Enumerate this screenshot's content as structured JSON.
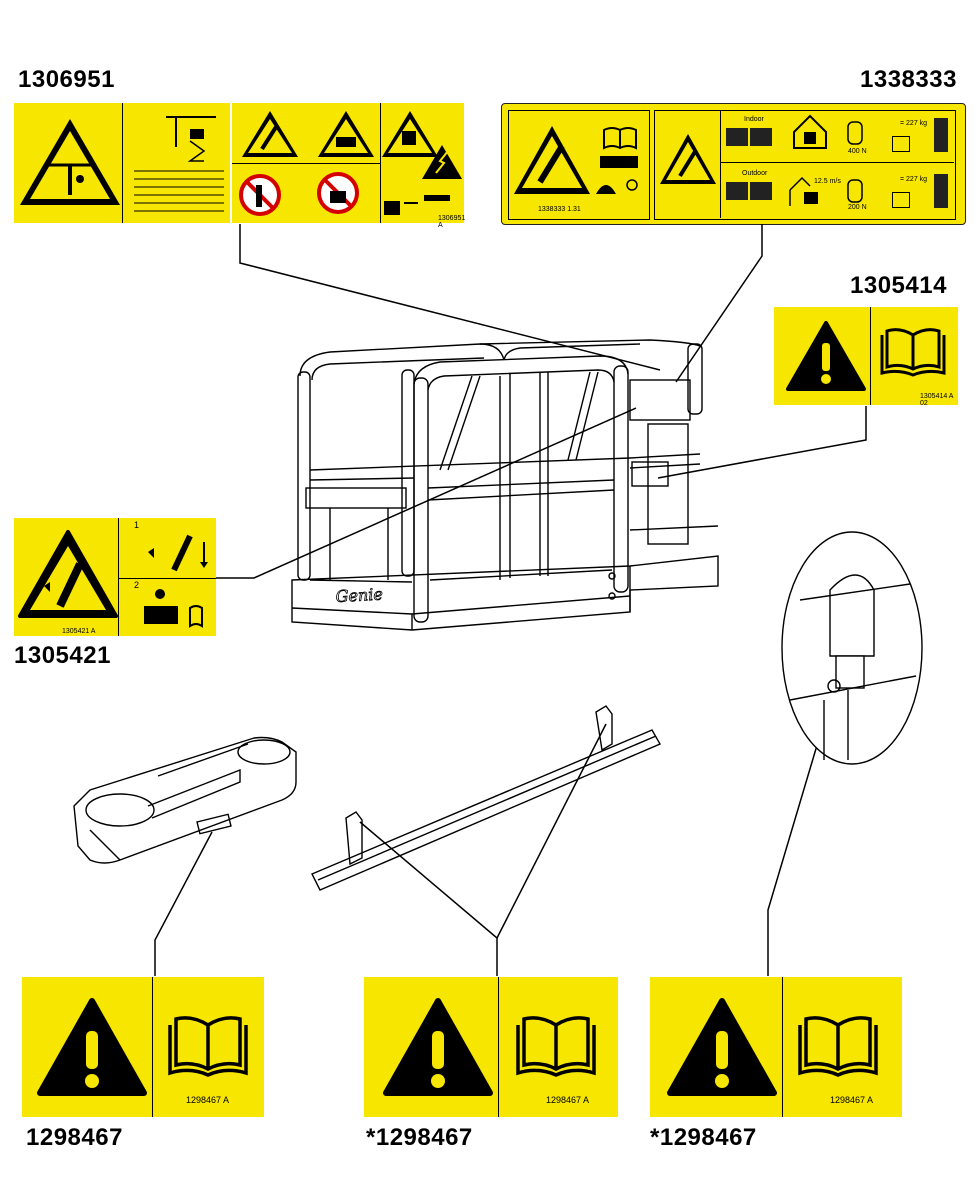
{
  "parts": {
    "p1306951": "1306951",
    "p1338333": "1338333",
    "p1305414": "1305414",
    "p1305421": "1305421",
    "p1298467_a": "1298467",
    "p1298467_b": "*1298467",
    "p1298467_c": "*1298467"
  },
  "decal_1298467": {
    "code": "1298467 A"
  },
  "decal_1305414": {
    "code": "1305414 A 02"
  },
  "decal_1305421": {
    "code": "1305421 A",
    "step1": "1",
    "step2": "2"
  },
  "decal_1338333": {
    "code": "1338333 1.31",
    "indoor": "Indoor",
    "outdoor": "Outdoor",
    "indoor_force": "400 N",
    "outdoor_force": "200 N",
    "indoor_load": "= 227 kg",
    "outdoor_load": "= 227 kg",
    "wind": "12.5 m/s"
  },
  "decal_1306951": {
    "code": "1306951 A"
  },
  "platform_brand": "Genie",
  "colors": {
    "decal_yellow": "#f7e600",
    "line": "#000000"
  }
}
